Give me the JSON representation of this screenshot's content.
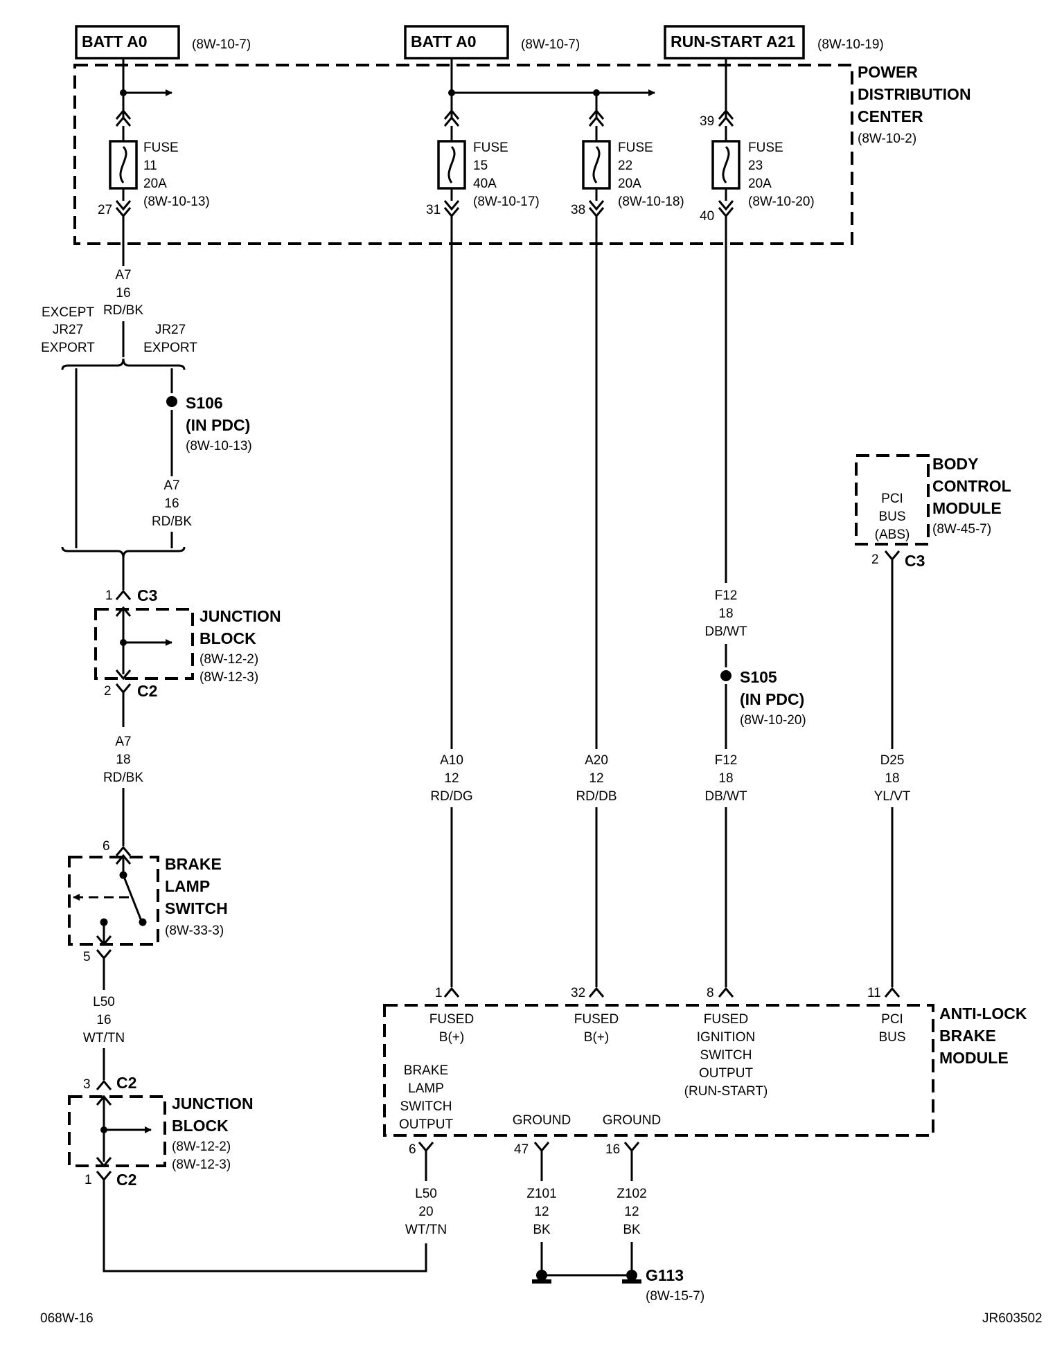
{
  "sources": {
    "batt_left": {
      "label": "BATT A0",
      "ref": "(8W-10-7)"
    },
    "batt_mid": {
      "label": "BATT A0",
      "ref": "(8W-10-7)"
    },
    "run_start": {
      "label": "RUN-START A21",
      "ref": "(8W-10-19)"
    }
  },
  "pdc": {
    "line1": "POWER",
    "line2": "DISTRIBUTION",
    "line3": "CENTER",
    "ref": "(8W-10-2)"
  },
  "fuses": [
    {
      "word": "FUSE",
      "num": "11",
      "amp": "20A",
      "ref": "(8W-10-13)",
      "pin_in": "",
      "pin_out": "27"
    },
    {
      "word": "FUSE",
      "num": "15",
      "amp": "40A",
      "ref": "(8W-10-17)",
      "pin_in": "",
      "pin_out": "31"
    },
    {
      "word": "FUSE",
      "num": "22",
      "amp": "20A",
      "ref": "(8W-10-18)",
      "pin_in": "",
      "pin_out": "38"
    },
    {
      "word": "FUSE",
      "num": "23",
      "amp": "20A",
      "ref": "(8W-10-20)",
      "pin_in": "39",
      "pin_out": "40"
    }
  ],
  "wires": {
    "a7_top": {
      "circuit": "A7",
      "gauge": "16",
      "color": "RD/BK"
    },
    "a7_jr27": {
      "circuit": "A7",
      "gauge": "16",
      "color": "RD/BK"
    },
    "a7_jb": {
      "circuit": "A7",
      "gauge": "18",
      "color": "RD/BK"
    },
    "l50_16": {
      "circuit": "L50",
      "gauge": "16",
      "color": "WT/TN"
    },
    "l50_20": {
      "circuit": "L50",
      "gauge": "20",
      "color": "WT/TN"
    },
    "a10": {
      "circuit": "A10",
      "gauge": "12",
      "color": "RD/DG"
    },
    "a20": {
      "circuit": "A20",
      "gauge": "12",
      "color": "RD/DB"
    },
    "f12_top": {
      "circuit": "F12",
      "gauge": "18",
      "color": "DB/WT"
    },
    "f12_bot": {
      "circuit": "F12",
      "gauge": "18",
      "color": "DB/WT"
    },
    "d25": {
      "circuit": "D25",
      "gauge": "18",
      "color": "YL/VT"
    },
    "z101": {
      "circuit": "Z101",
      "gauge": "12",
      "color": "BK"
    },
    "z102": {
      "circuit": "Z102",
      "gauge": "12",
      "color": "BK"
    }
  },
  "branch": {
    "except_line1": "EXCEPT",
    "except_line2": "JR27",
    "except_line3": "EXPORT",
    "jr27_line1": "JR27",
    "jr27_line2": "EXPORT"
  },
  "splices": {
    "s106": {
      "name": "S106",
      "loc": "(IN PDC)",
      "ref": "(8W-10-13)"
    },
    "s105": {
      "name": "S105",
      "loc": "(IN PDC)",
      "ref": "(8W-10-20)"
    }
  },
  "junction_top": {
    "line1": "JUNCTION",
    "line2": "BLOCK",
    "ref1": "(8W-12-2)",
    "ref2": "(8W-12-3)",
    "pin_in": "1",
    "conn_in": "C3",
    "pin_out": "2",
    "conn_out": "C2"
  },
  "junction_bottom": {
    "line1": "JUNCTION",
    "line2": "BLOCK",
    "ref1": "(8W-12-2)",
    "ref2": "(8W-12-3)",
    "pin_in": "3",
    "conn_in": "C2",
    "pin_out": "1",
    "conn_out": "C2"
  },
  "brake_switch": {
    "line1": "BRAKE",
    "line2": "LAMP",
    "line3": "SWITCH",
    "ref": "(8W-33-3)",
    "pin_in": "6",
    "pin_out": "5"
  },
  "bcm": {
    "line1": "BODY",
    "line2": "CONTROL",
    "line3": "MODULE",
    "ref": "(8W-45-7)",
    "inner1": "PCI",
    "inner2": "BUS",
    "inner3": "(ABS)",
    "pin": "2",
    "conn": "C3"
  },
  "abs": {
    "line1": "ANTI-LOCK",
    "line2": "BRAKE",
    "line3": "MODULE",
    "pins": [
      {
        "pin": "1",
        "lines": [
          "FUSED",
          "B(+)"
        ]
      },
      {
        "pin": "32",
        "lines": [
          "FUSED",
          "B(+)"
        ]
      },
      {
        "pin": "8",
        "lines": [
          "FUSED",
          "IGNITION",
          "SWITCH",
          "OUTPUT",
          "(RUN-START)"
        ]
      },
      {
        "pin": "11",
        "lines": [
          "PCI",
          "BUS"
        ]
      }
    ],
    "bottom_pins": [
      {
        "pin": "6",
        "lines": [
          "BRAKE",
          "LAMP",
          "SWITCH",
          "OUTPUT"
        ]
      },
      {
        "pin": "47",
        "lines": [
          "GROUND"
        ]
      },
      {
        "pin": "16",
        "lines": [
          "GROUND"
        ]
      }
    ]
  },
  "ground": {
    "name": "G113",
    "ref": "(8W-15-7)"
  },
  "footer": {
    "left": "068W-16",
    "right": "JR603502"
  }
}
